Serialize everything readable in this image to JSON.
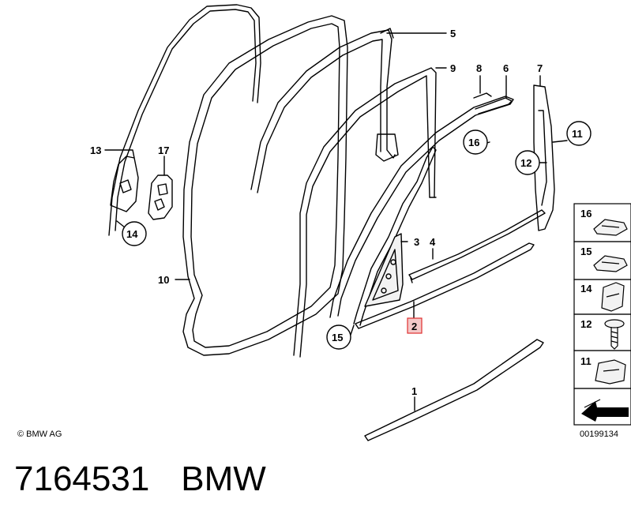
{
  "copyright": "© BMW AG",
  "diagram_number": "00199134",
  "caption": {
    "part_number": "7164531",
    "brand": "BMW"
  },
  "labels": {
    "p1": "1",
    "p2": "2",
    "p3": "3",
    "p4": "4",
    "p5": "5",
    "p6": "6",
    "p7": "7",
    "p8": "8",
    "p9": "9",
    "p10": "10",
    "p11": "11",
    "p12": "12",
    "p13": "13",
    "p14": "14",
    "p15": "15",
    "p16": "16",
    "p17": "17"
  },
  "legend": [
    "16",
    "15",
    "14",
    "12",
    "11"
  ],
  "colors": {
    "line": "#000000",
    "highlight": "#e03030",
    "highlight_fill": "#f4c8c8",
    "panel_fill": "#f2f2f2"
  }
}
